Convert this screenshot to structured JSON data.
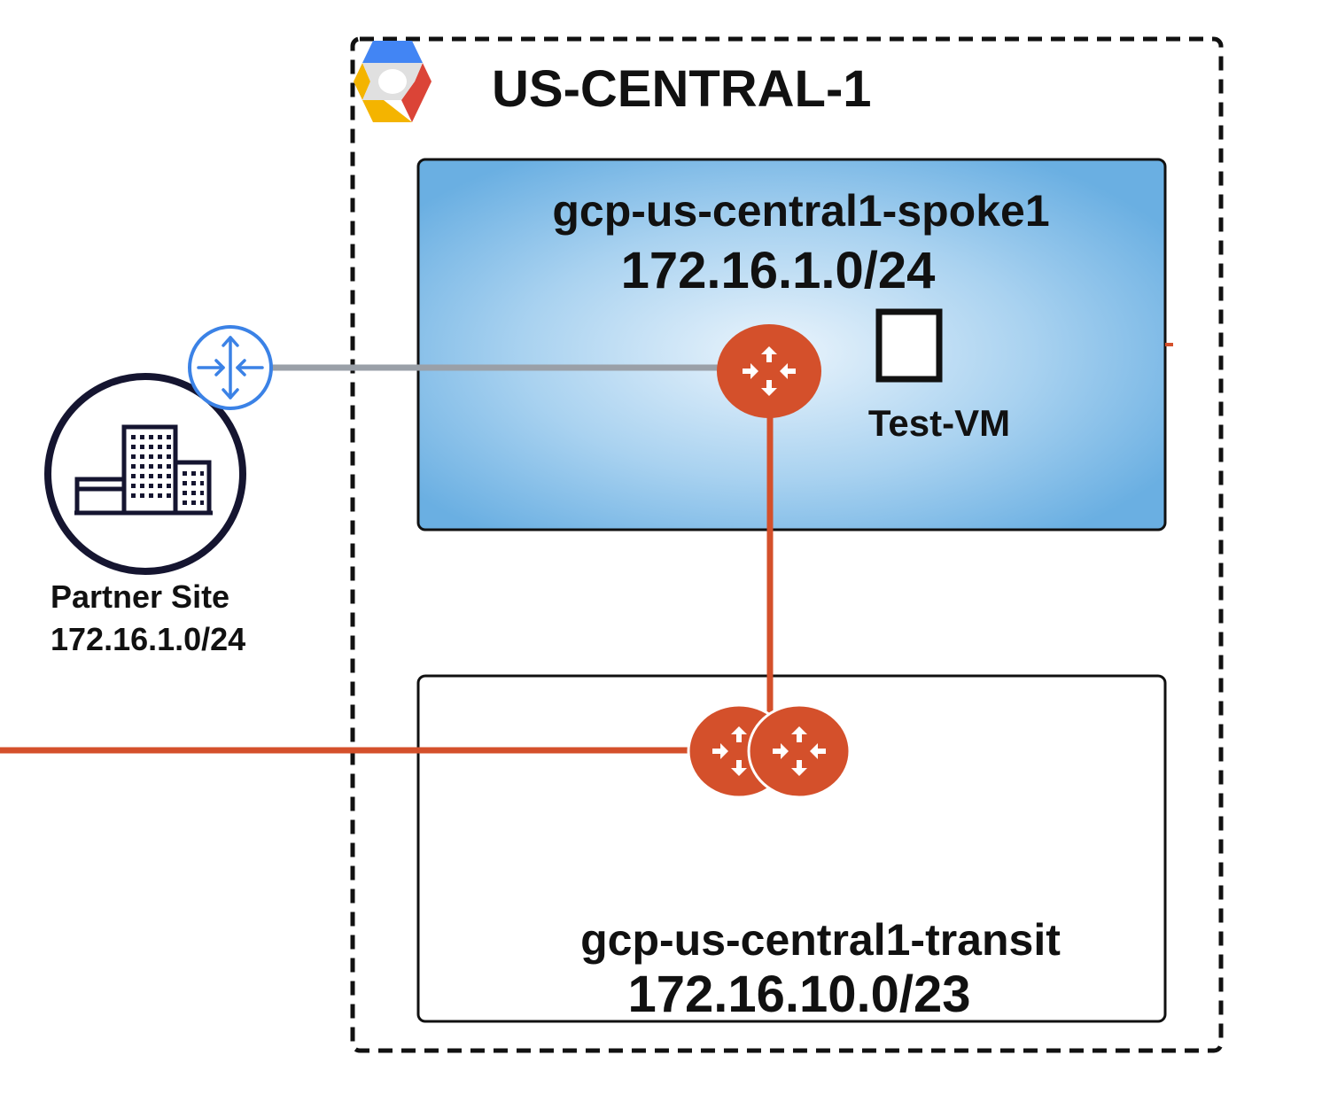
{
  "region": {
    "label": "US-CENTRAL-1",
    "logo_icon": "google-cloud-logo-icon"
  },
  "spoke_vpc": {
    "name": "gcp-us-central1-spoke1",
    "cidr": "172.16.1.0/24",
    "vm_label": "Test-VM",
    "router_icon": "router-icon"
  },
  "transit_vpc": {
    "name": "gcp-us-central1-transit",
    "cidr": "172.16.10.0/23",
    "router_icon": "router-pair-icon"
  },
  "partner_site": {
    "label": "Partner Site",
    "cidr": "172.16.1.0/24",
    "building_icon": "office-building-icon",
    "gateway_icon": "vpn-gateway-icon"
  },
  "colors": {
    "router": "#d4502b",
    "link_orange": "#d4502b",
    "link_gray": "#9aa0a8",
    "gateway_blue": "#3b82e6",
    "spoke_fill_center": "#e6f2fb",
    "spoke_fill_edge": "#6aafe2",
    "text": "#111111"
  }
}
